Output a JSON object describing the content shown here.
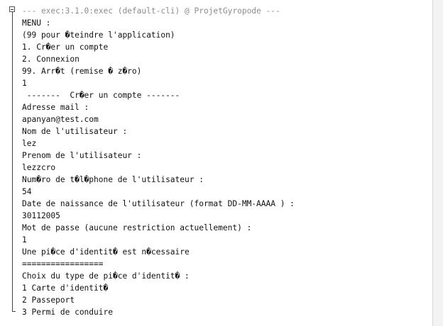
{
  "header": "--- exec:3.1.0:exec (default-cli) @ ProjetGyropode ---",
  "lines": [
    "MENU :",
    "(99 pour �teindre l'application)",
    "1. Cr�er un compte",
    "2. Connexion",
    "99. Arr�t (remise � z�ro)",
    "1",
    " -------  Cr�er un compte -------",
    "Adresse mail :",
    "apanyan@test.com",
    "Nom de l'utilisateur :",
    "lez",
    "Prenom de l'utilisateur :",
    "lezzcro",
    "Num�ro de t�l�phone de l'utilisateur :",
    "54",
    "Date de naissance de l'utilisateur (format DD-MM-AAAA ) :",
    "30112005",
    "Mot de passe (aucune restriction actuellement) :",
    "1",
    "Une pi�ce d'identit� est n�cessaire",
    "=================",
    "Choix du type de pi�ce d'identit� :",
    "1 Carte d'identit�",
    "2 Passeport",
    "3 Permi de conduire"
  ]
}
